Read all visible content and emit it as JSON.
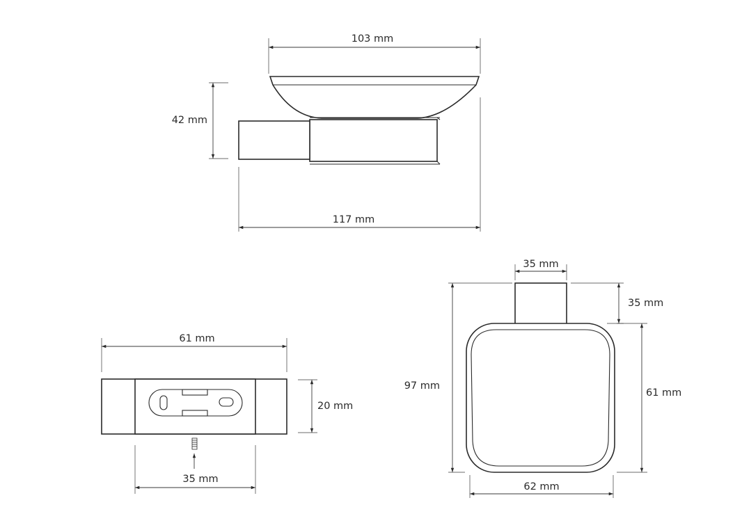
{
  "side_view": {
    "bowl_width": "103 mm",
    "height": "42 mm",
    "total_depth": "117 mm"
  },
  "bottom_view": {
    "width": "61 mm",
    "height": "20 mm",
    "mount_width": "35 mm"
  },
  "top_view": {
    "wall_plate_width": "35 mm",
    "wall_plate_depth": "35 mm",
    "total_depth": "97 mm",
    "dish_depth": "61 mm",
    "dish_width": "62 mm"
  }
}
